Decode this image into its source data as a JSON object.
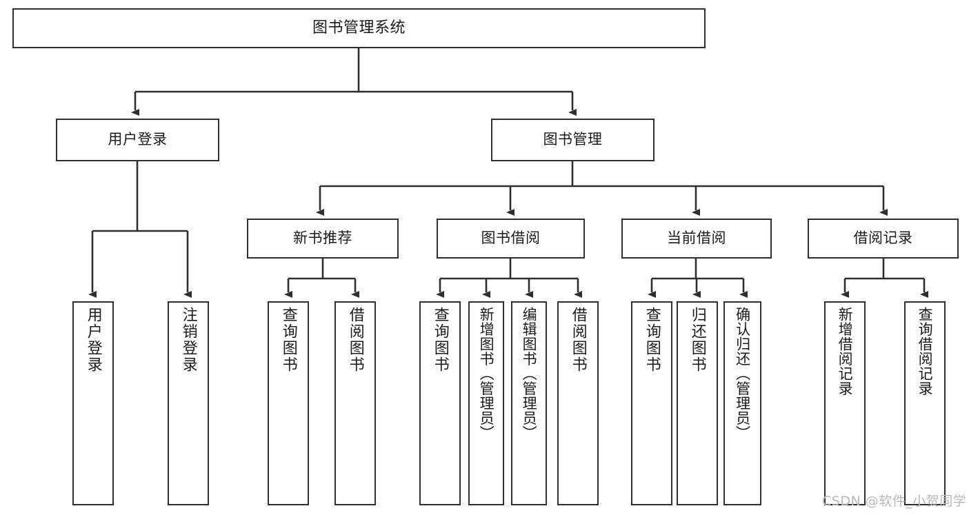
{
  "diagram": {
    "title": "图书管理系统",
    "type": "tree-hierarchy-chart",
    "stroke_color": "#2e2e2e",
    "fill_color": "#ffffff",
    "text_color": "#1b1b1b"
  },
  "nodes": {
    "root": {
      "label": "图书管理系统"
    },
    "level2": [
      {
        "label": "用户登录"
      },
      {
        "label": "图书管理"
      }
    ],
    "level3": [
      {
        "label": "新书推荐"
      },
      {
        "label": "图书借阅"
      },
      {
        "label": "当前借阅"
      },
      {
        "label": "借阅记录"
      }
    ],
    "leaves": {
      "user_login": [
        {
          "label": "用户登录"
        },
        {
          "label": "注销登录"
        }
      ],
      "new_book_recommend": [
        {
          "label": "查询图书"
        },
        {
          "label": "借阅图书"
        }
      ],
      "book_borrow": [
        {
          "label": "查询图书"
        },
        {
          "label": "新增图书（管理员）"
        },
        {
          "label": "编辑图书（管理员）"
        },
        {
          "label": "借阅图书"
        }
      ],
      "current_borrow": [
        {
          "label": "查询图书"
        },
        {
          "label": "归还图书"
        },
        {
          "label": "确认归还（管理员）"
        }
      ],
      "borrow_record": [
        {
          "label": "新增借阅记录"
        },
        {
          "label": "查询借阅记录"
        }
      ]
    }
  },
  "watermark": {
    "text": "CSDN @软件_小贺同学",
    "color": "#b9b9b9"
  }
}
